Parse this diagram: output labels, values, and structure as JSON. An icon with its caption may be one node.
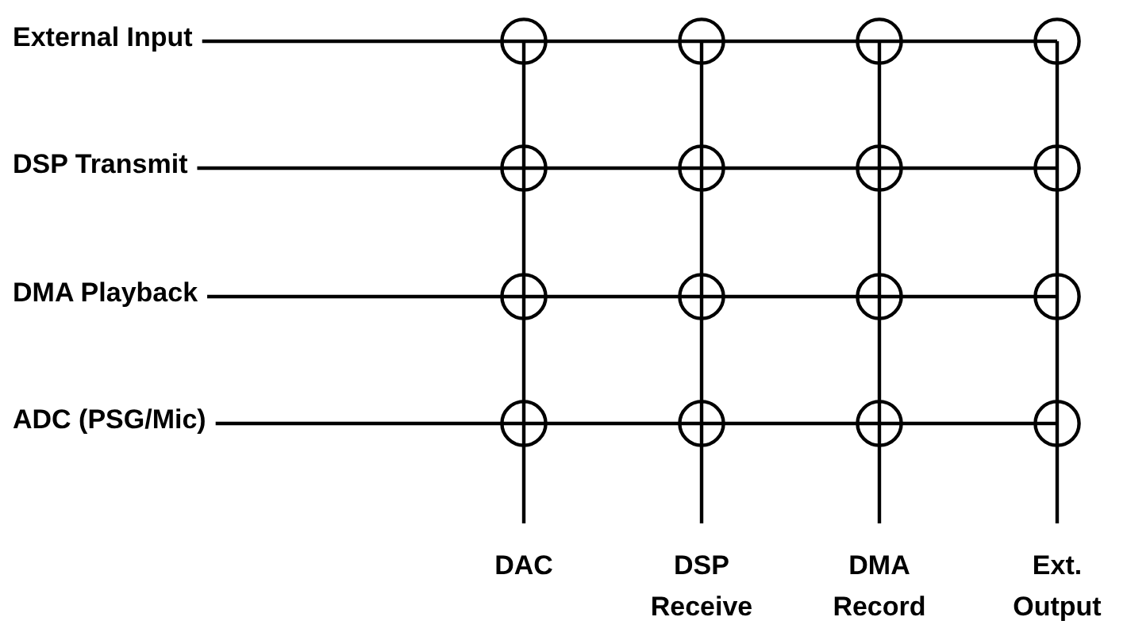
{
  "diagram": {
    "nodes": [
      {
        "text": [
          "External Input"
        ]
      },
      {
        "text": [
          "DSP Transmit"
        ]
      },
      {
        "text": [
          "DMA Playback"
        ]
      },
      {
        "text": [
          "ADC (PSG/Mic)"
        ]
      },
      {
        "text": [
          "DAC"
        ]
      },
      {
        "text": [
          "DSP Receive"
        ]
      },
      {
        "text": [
          "DMA Record"
        ]
      },
      {
        "text": [
          "Ext. Output"
        ]
      },
      {
        "text": [],
        "shape": "circle"
      },
      {
        "text": [],
        "shape": "circle"
      },
      {
        "text": [],
        "shape": "circle"
      },
      {
        "text": [],
        "shape": "circle"
      },
      {
        "text": [],
        "shape": "circle"
      },
      {
        "text": [],
        "shape": "circle"
      },
      {
        "text": [],
        "shape": "circle"
      },
      {
        "text": [],
        "shape": "circle"
      },
      {
        "text": [],
        "shape": "circle"
      },
      {
        "text": [],
        "shape": "circle"
      },
      {
        "text": [],
        "shape": "circle"
      },
      {
        "text": [],
        "shape": "circle"
      },
      {
        "text": [],
        "shape": "circle"
      },
      {
        "text": [],
        "shape": "circle"
      },
      {
        "text": [],
        "shape": "circle"
      },
      {
        "text": [],
        "shape": "circle"
      }
    ],
    "edges": [
      {
        "from": 0,
        "to": 8,
        "arrow": "none"
      },
      {
        "from": 8,
        "to": 9,
        "arrow": "none"
      },
      {
        "from": 9,
        "to": 10,
        "arrow": "none"
      },
      {
        "from": 10,
        "to": 11,
        "arrow": "none"
      },
      {
        "from": 1,
        "to": 12,
        "arrow": "none"
      },
      {
        "from": 12,
        "to": 13,
        "arrow": "none"
      },
      {
        "from": 13,
        "to": 14,
        "arrow": "none"
      },
      {
        "from": 14,
        "to": 15,
        "arrow": "none"
      },
      {
        "from": 2,
        "to": 16,
        "arrow": "none"
      },
      {
        "from": 16,
        "to": 17,
        "arrow": "none"
      },
      {
        "from": 17,
        "to": 18,
        "arrow": "none"
      },
      {
        "from": 18,
        "to": 19,
        "arrow": "none"
      },
      {
        "from": 3,
        "to": 20,
        "arrow": "none"
      },
      {
        "from": 20,
        "to": 21,
        "arrow": "none"
      },
      {
        "from": 21,
        "to": 22,
        "arrow": "none"
      },
      {
        "from": 22,
        "to": 23,
        "arrow": "none"
      },
      {
        "from": 8,
        "to": 12,
        "arrow": "none"
      },
      {
        "from": 12,
        "to": 16,
        "arrow": "none"
      },
      {
        "from": 16,
        "to": 20,
        "arrow": "none"
      },
      {
        "from": 20,
        "to": 4,
        "arrow": "none"
      },
      {
        "from": 9,
        "to": 13,
        "arrow": "none"
      },
      {
        "from": 13,
        "to": 17,
        "arrow": "none"
      },
      {
        "from": 17,
        "to": 21,
        "arrow": "none"
      },
      {
        "from": 21,
        "to": 5,
        "arrow": "none"
      },
      {
        "from": 10,
        "to": 14,
        "arrow": "none"
      },
      {
        "from": 14,
        "to": 18,
        "arrow": "none"
      },
      {
        "from": 18,
        "to": 22,
        "arrow": "none"
      },
      {
        "from": 22,
        "to": 6,
        "arrow": "none"
      },
      {
        "from": 11,
        "to": 15,
        "arrow": "none"
      },
      {
        "from": 15,
        "to": 19,
        "arrow": "none"
      },
      {
        "from": 19,
        "to": 23,
        "arrow": "none"
      },
      {
        "from": 23,
        "to": 7,
        "arrow": "none"
      }
    ]
  }
}
